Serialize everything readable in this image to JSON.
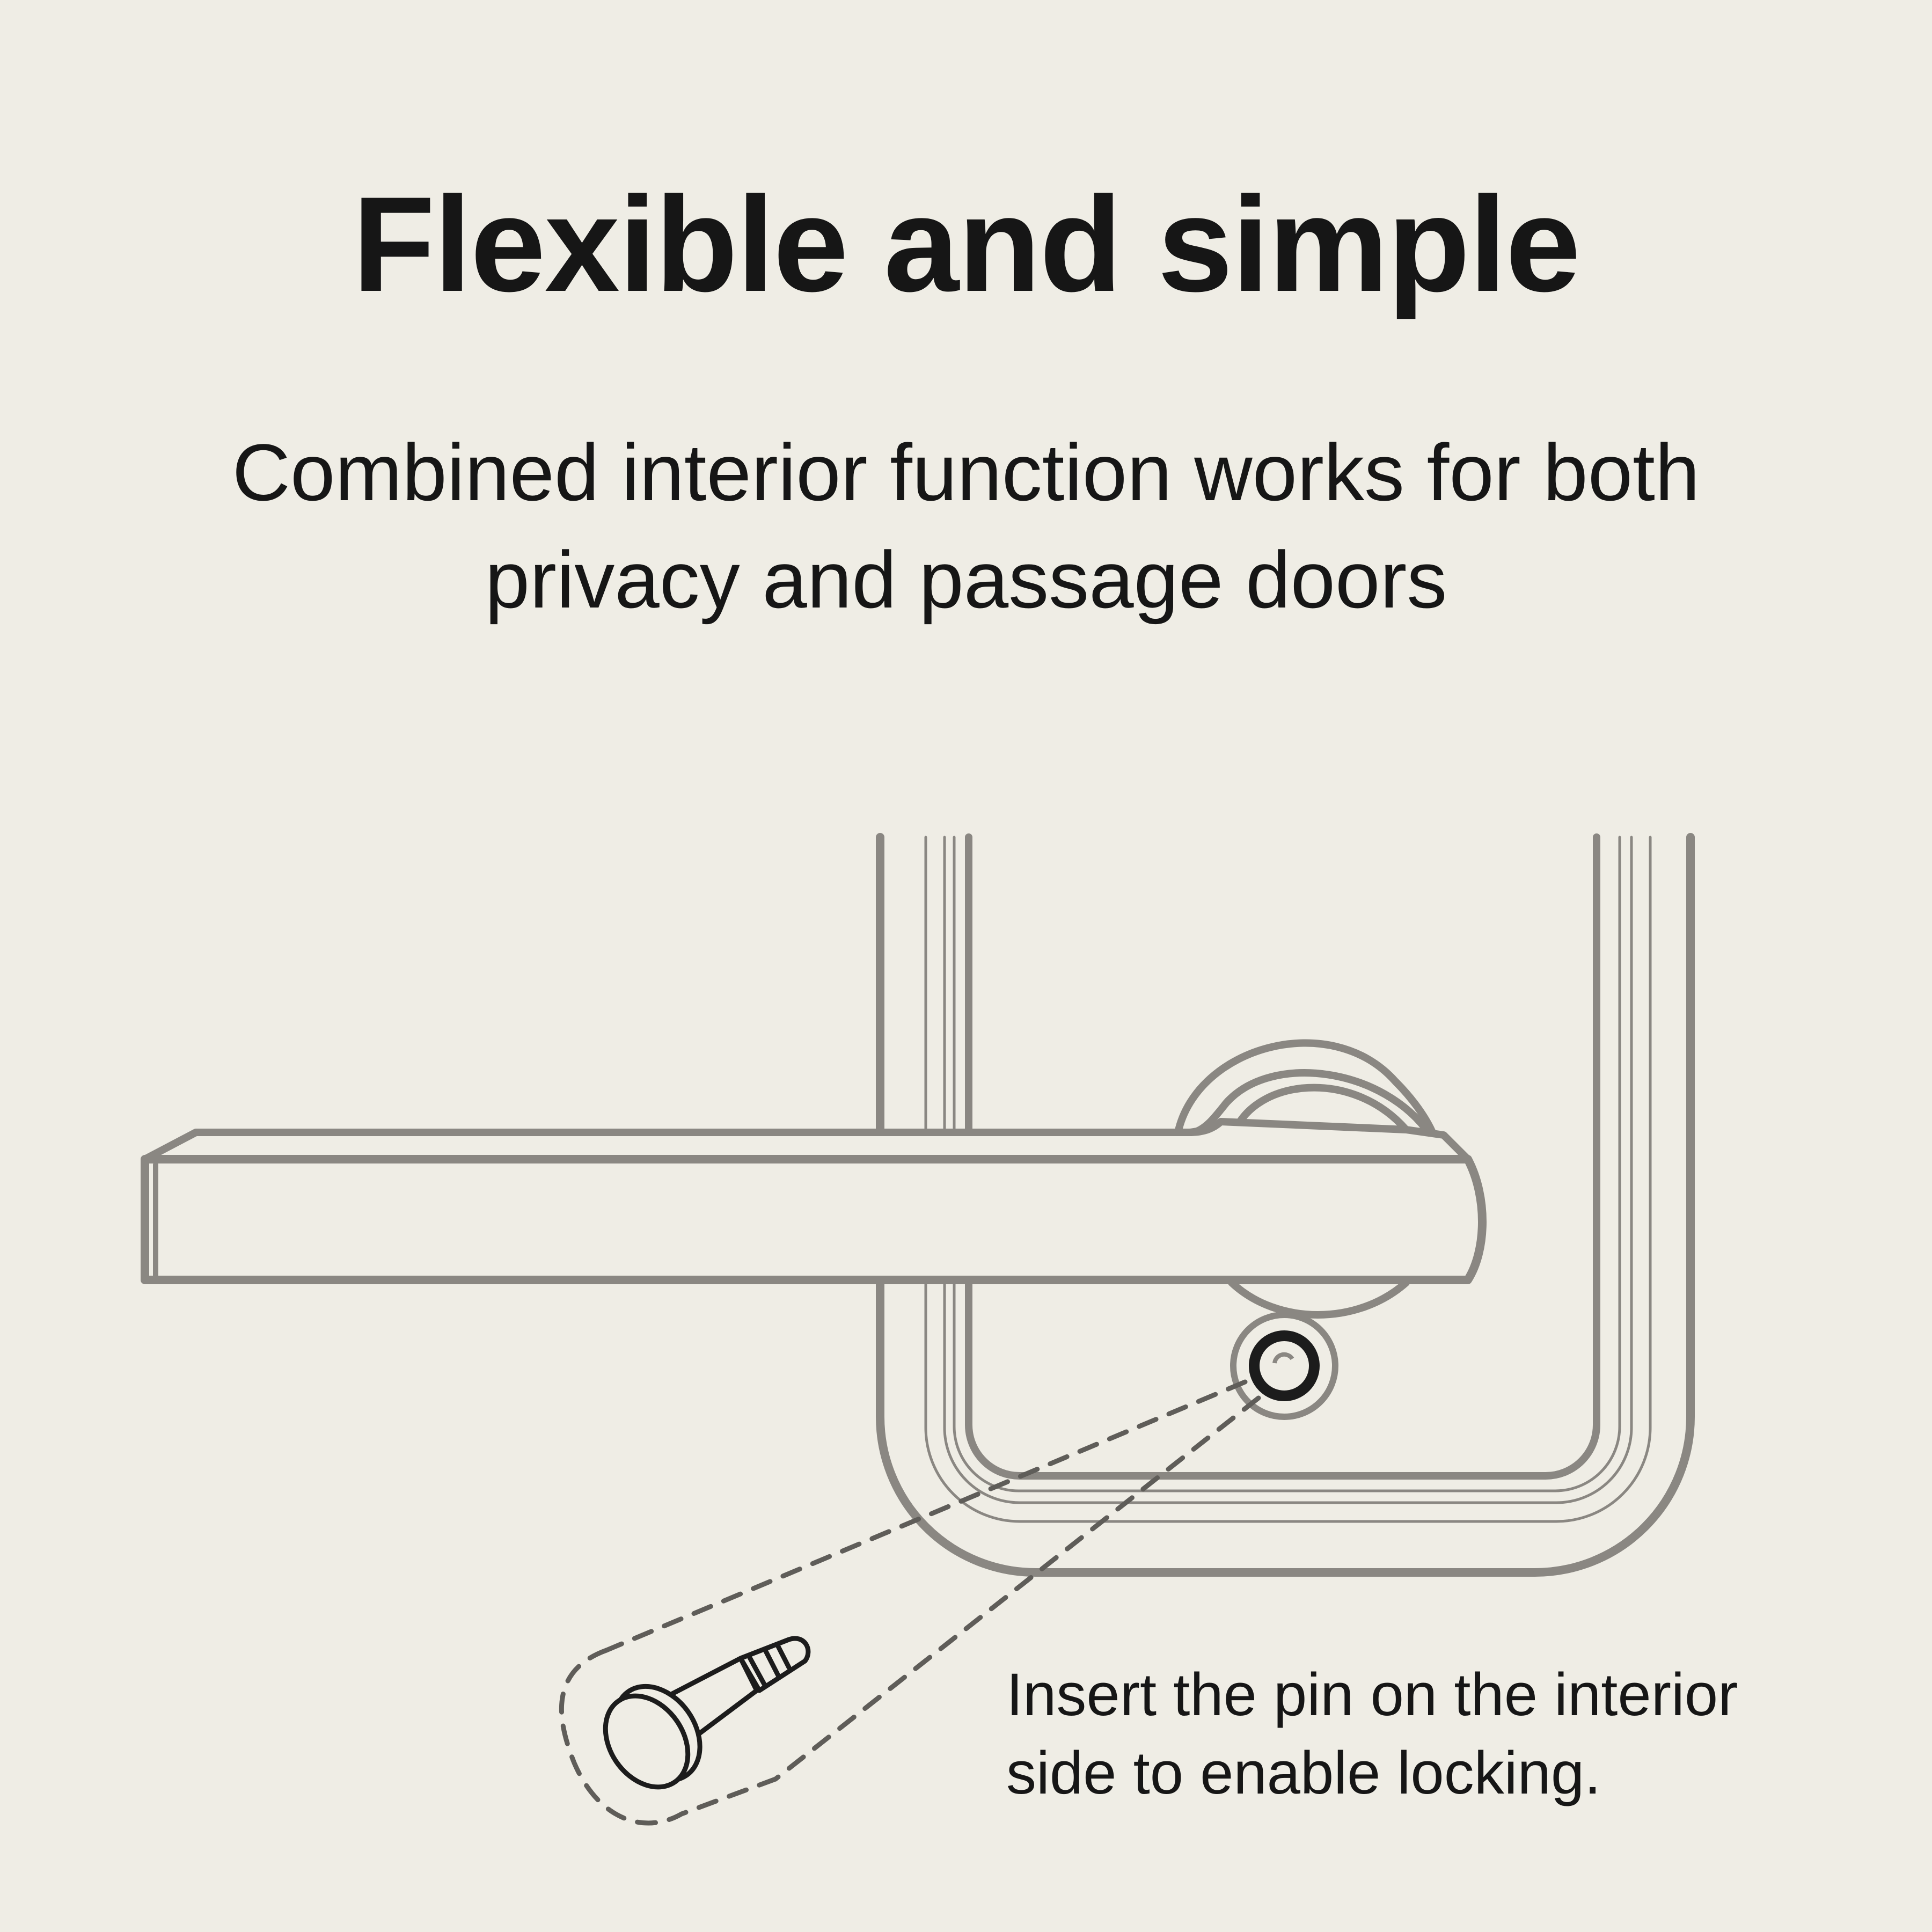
{
  "heading": "Flexible and simple",
  "subheading": {
    "line1": "Combined interior function works for both",
    "line2": "privacy and passage doors"
  },
  "caption": {
    "line1": "Insert the pin on the interior",
    "line2": "side to enable locking."
  },
  "colors": {
    "background": "#efede5",
    "text": "#161616",
    "illustration_stroke": "#8a8782",
    "pin_stroke": "#1c1c1c",
    "dashed_guide": "#5f5d59"
  },
  "icons": {
    "lever": "door-lever-handle-icon",
    "rosette": "round-rosette-icon",
    "lock_hole": "privacy-pin-hole-icon",
    "pin": "privacy-pin-icon"
  }
}
